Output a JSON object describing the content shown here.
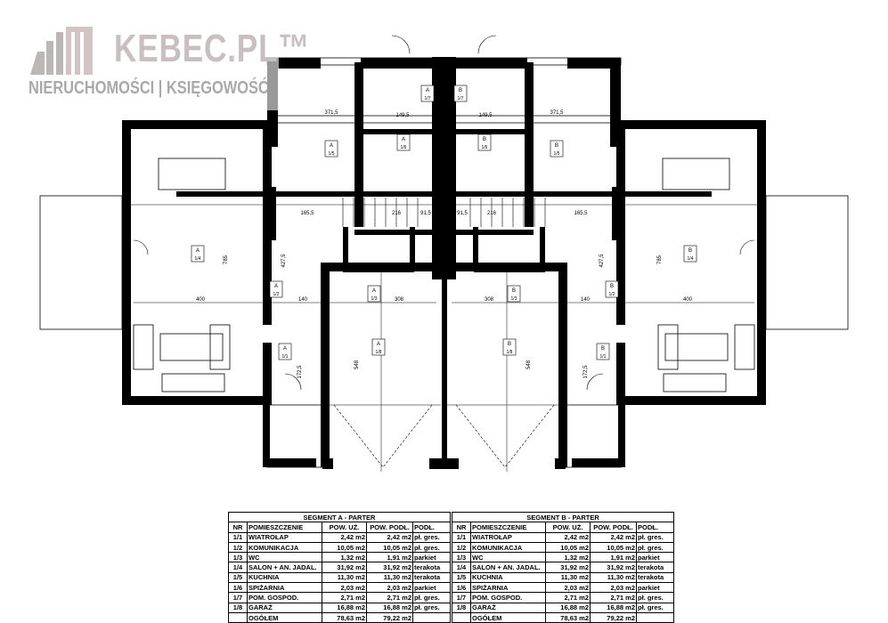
{
  "logo": {
    "title": "KEBEC.PL™",
    "subtitle": "NIERUCHOMOŚCI | KSIĘGOWOŚĆ"
  },
  "plan": {
    "segments": [
      "A",
      "B"
    ],
    "room_tags": [
      "1/1",
      "1/2",
      "1/3",
      "1/4",
      "1/5",
      "1/6",
      "1/7",
      "1/8"
    ],
    "dimensions": [
      "400",
      "785",
      "371,5",
      "149,5",
      "165,5",
      "91,5",
      "216",
      "308",
      "548",
      "427,5",
      "172,5",
      "140"
    ]
  },
  "tables": [
    {
      "title": "SEGMENT A - PARTER",
      "headers": [
        "NR",
        "POMIESZCZENIE",
        "POW. UŻ.",
        "POW. PODŁ.",
        "PODŁ."
      ],
      "rows": [
        [
          "1/1",
          "WIATROŁAP",
          "2,42 m2",
          "2,42 m2",
          "pł. gres."
        ],
        [
          "1/2",
          "KOMUNIKACJA",
          "10,05 m2",
          "10,05 m2",
          "pł. gres."
        ],
        [
          "1/3",
          "WC",
          "1,32 m2",
          "1,91 m2",
          "parkiet"
        ],
        [
          "1/4",
          "SALON + AN. JADAL.",
          "31,92 m2",
          "31,92 m2",
          "terakota"
        ],
        [
          "1/5",
          "KUCHNIA",
          "11,30 m2",
          "11,30 m2",
          "terakota"
        ],
        [
          "1/6",
          "SPIŻARNIA",
          "2,03 m2",
          "2,03 m2",
          "parkiet"
        ],
        [
          "1/7",
          "POM. GOSPOD.",
          "2,71 m2",
          "2,71 m2",
          "pł. gres."
        ],
        [
          "1/8",
          "GARAŻ",
          "16,88 m2",
          "16,88 m2",
          "pł. gres."
        ]
      ],
      "total": [
        "",
        "OGÓŁEM",
        "78,63 m2",
        "79,22 m2",
        ""
      ]
    },
    {
      "title": "SEGMENT B - PARTER",
      "headers": [
        "NR",
        "POMIESZCZENIE",
        "POW. UŻ.",
        "POW. PODŁ.",
        "PODŁ."
      ],
      "rows": [
        [
          "1/1",
          "WIATROŁAP",
          "2,42 m2",
          "2,42 m2",
          "pł. gres."
        ],
        [
          "1/2",
          "KOMUNIKACJA",
          "10,05 m2",
          "10,05 m2",
          "pł. gres."
        ],
        [
          "1/3",
          "WC",
          "1,32 m2",
          "1,91 m2",
          "parkiet"
        ],
        [
          "1/4",
          "SALON + AN. JADAL.",
          "31,92 m2",
          "31,92 m2",
          "terakota"
        ],
        [
          "1/5",
          "KUCHNIA",
          "11,30 m2",
          "11,30 m2",
          "terakota"
        ],
        [
          "1/6",
          "SPIŻARNIA",
          "2,03 m2",
          "2,03 m2",
          "parkiet"
        ],
        [
          "1/7",
          "POM. GOSPOD.",
          "2,71 m2",
          "2,71 m2",
          "pł. gres."
        ],
        [
          "1/8",
          "GARAŻ",
          "16,88 m2",
          "16,88 m2",
          "pł. gres."
        ]
      ],
      "total": [
        "",
        "OGÓŁEM",
        "78,63 m2",
        "79,22 m2",
        ""
      ]
    }
  ]
}
